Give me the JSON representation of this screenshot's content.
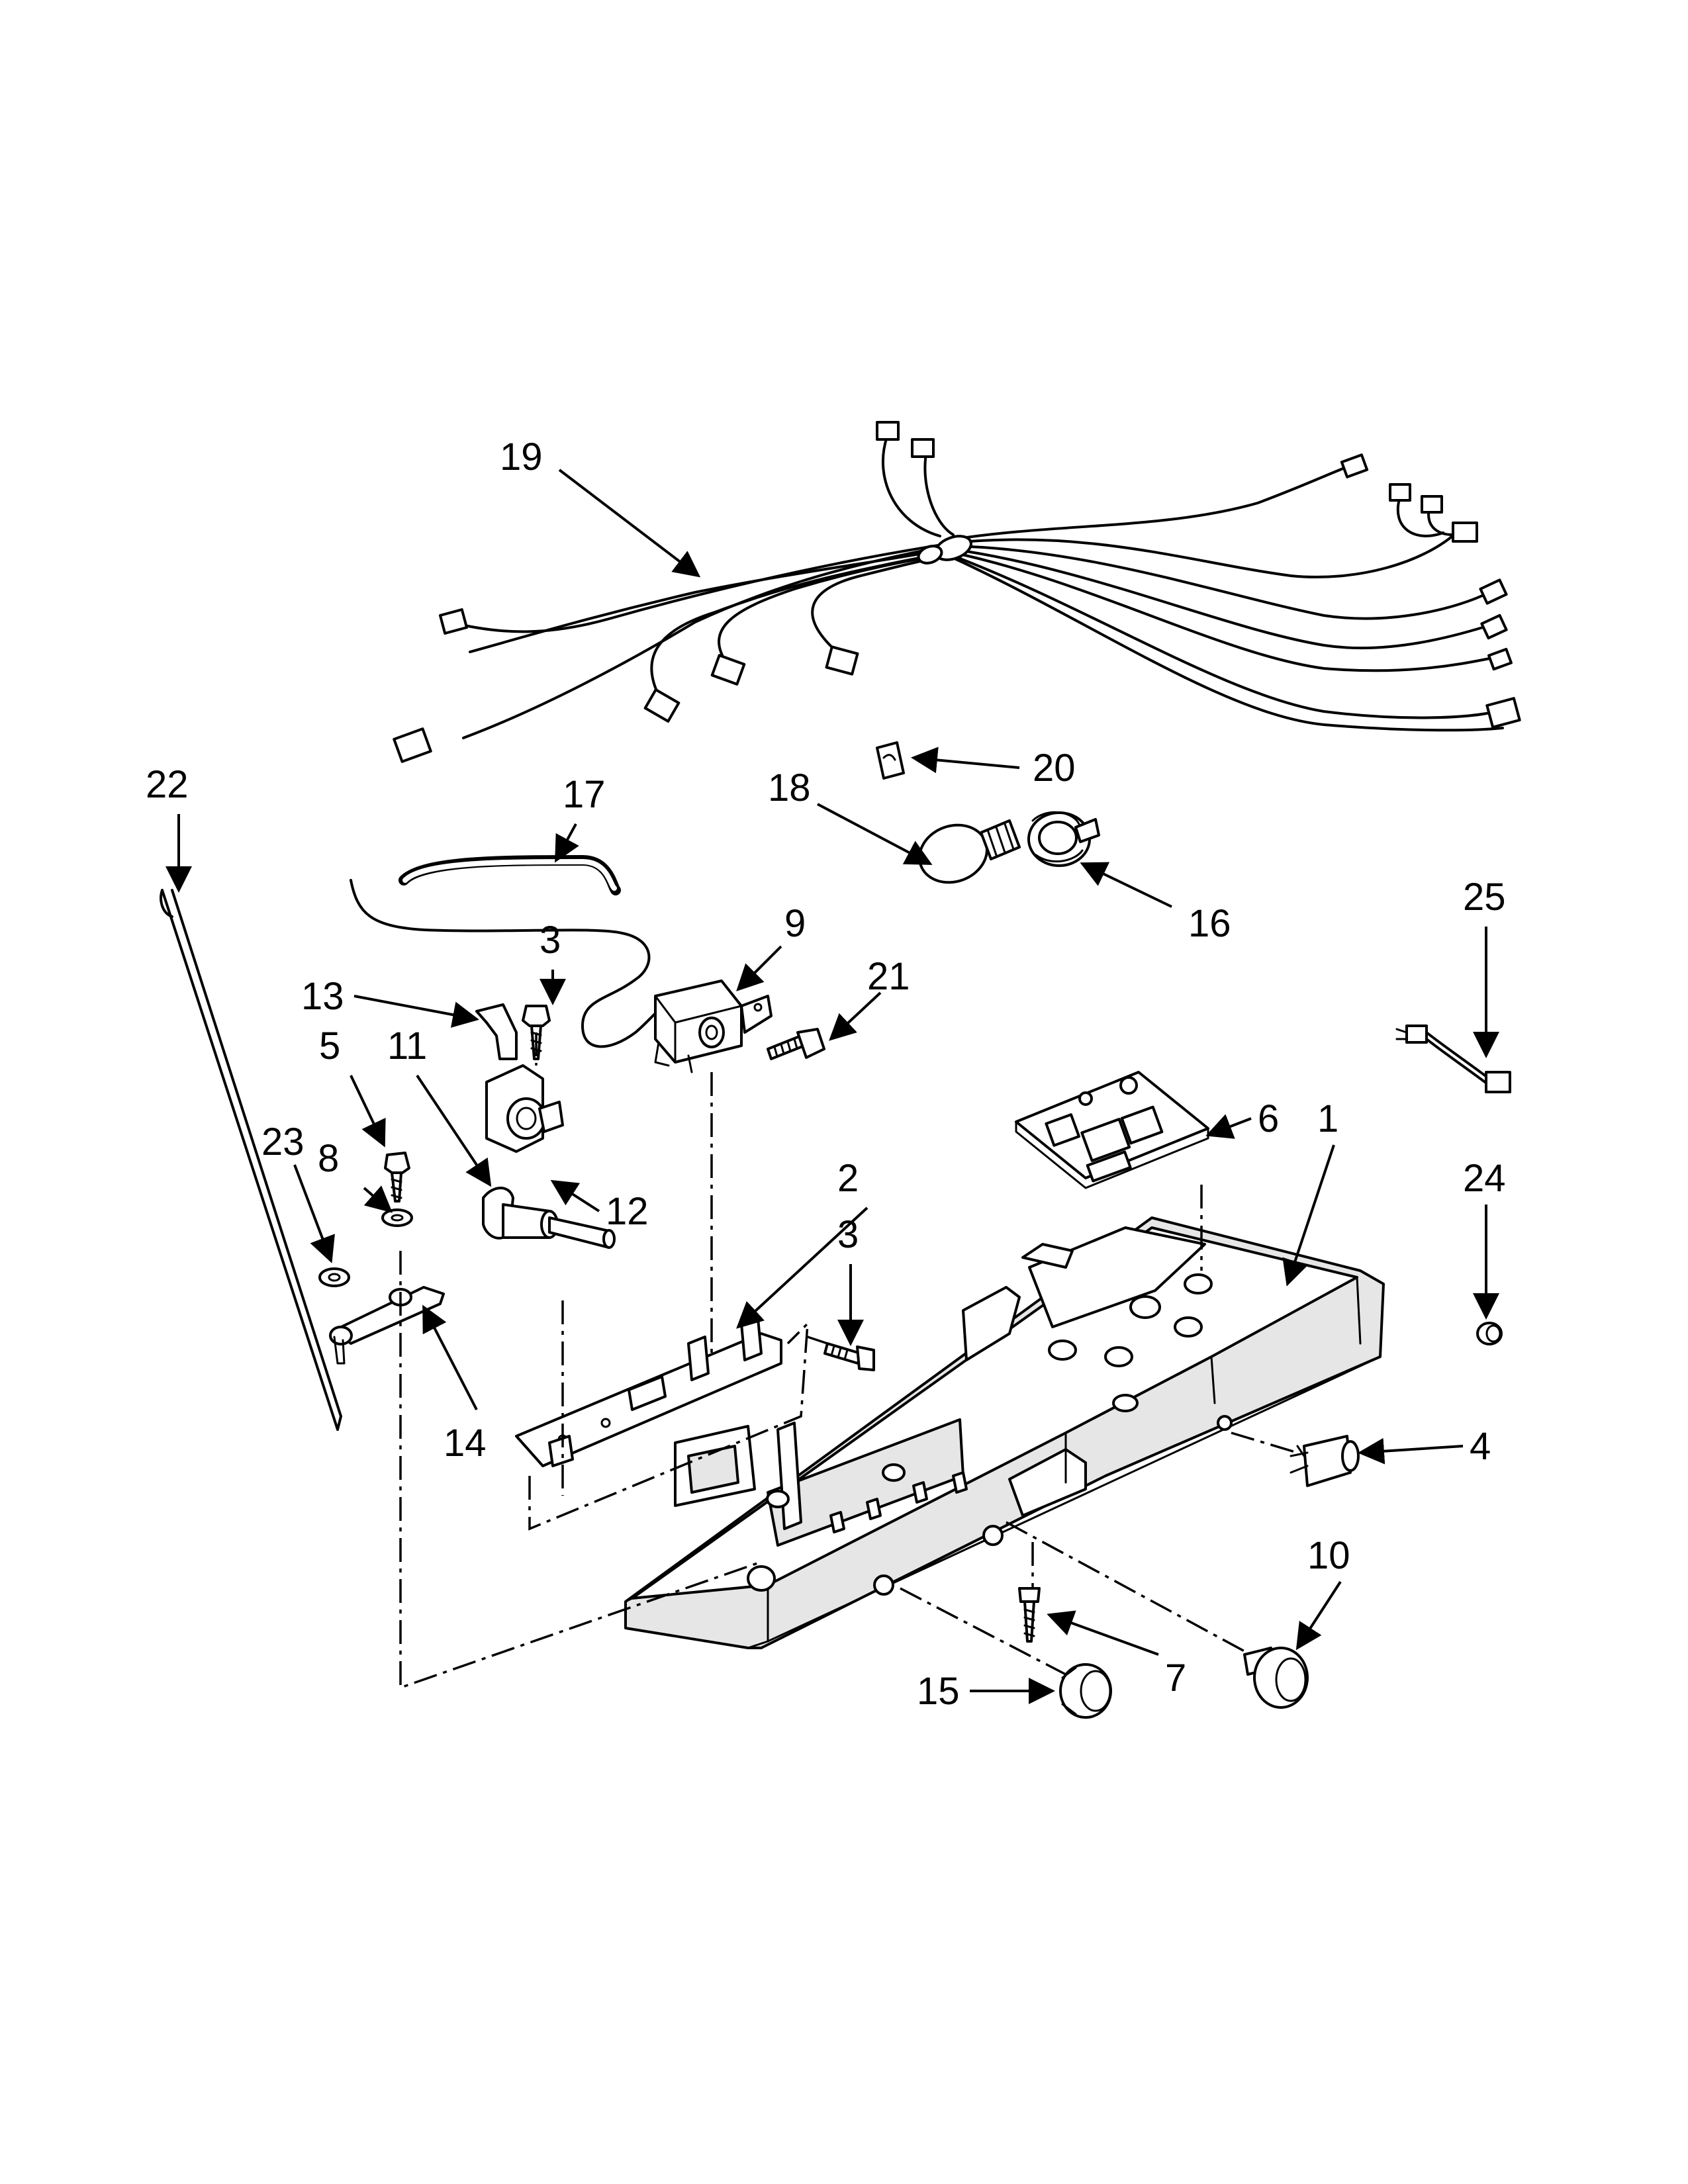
{
  "callouts": [
    {
      "id": "c1",
      "label": "1"
    },
    {
      "id": "c2",
      "label": "2"
    },
    {
      "id": "c3a",
      "label": "3"
    },
    {
      "id": "c3b",
      "label": "3"
    },
    {
      "id": "c4",
      "label": "4"
    },
    {
      "id": "c5",
      "label": "5"
    },
    {
      "id": "c6",
      "label": "6"
    },
    {
      "id": "c7",
      "label": "7"
    },
    {
      "id": "c8",
      "label": "8"
    },
    {
      "id": "c9",
      "label": "9"
    },
    {
      "id": "c10",
      "label": "10"
    },
    {
      "id": "c11",
      "label": "11"
    },
    {
      "id": "c12",
      "label": "12"
    },
    {
      "id": "c13",
      "label": "13"
    },
    {
      "id": "c14",
      "label": "14"
    },
    {
      "id": "c15",
      "label": "15"
    },
    {
      "id": "c16",
      "label": "16"
    },
    {
      "id": "c17",
      "label": "17"
    },
    {
      "id": "c18",
      "label": "18"
    },
    {
      "id": "c19",
      "label": "19"
    },
    {
      "id": "c20",
      "label": "20"
    },
    {
      "id": "c21",
      "label": "21"
    },
    {
      "id": "c22",
      "label": "22"
    },
    {
      "id": "c23",
      "label": "23"
    },
    {
      "id": "c24",
      "label": "24"
    },
    {
      "id": "c25",
      "label": "25"
    }
  ]
}
